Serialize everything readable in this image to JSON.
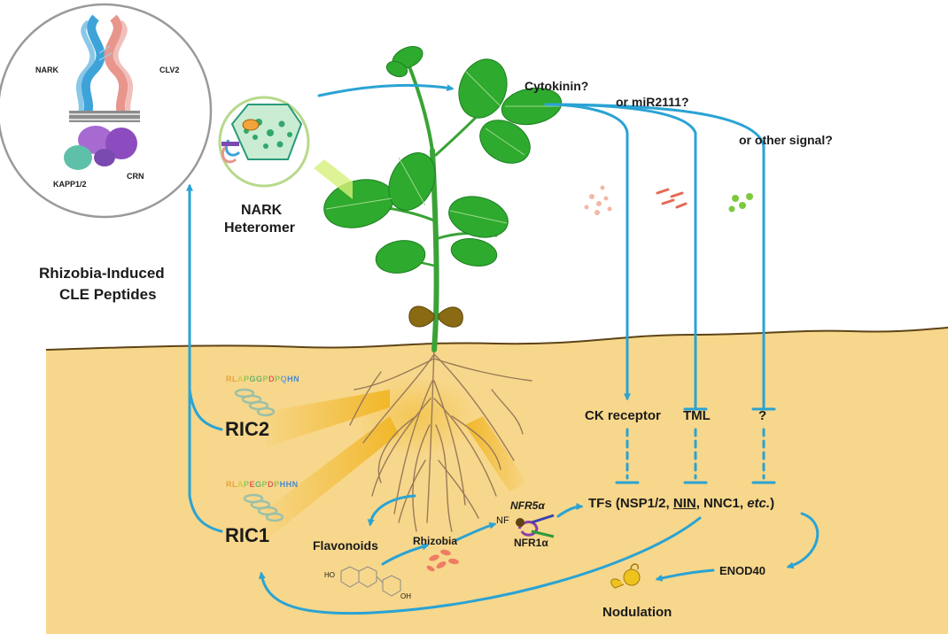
{
  "labels": {
    "nark": "NARK",
    "clv2": "CLV2",
    "kapp": "KAPP1/2",
    "crn": "CRN",
    "heteromer_line1": "NARK",
    "heteromer_line2": "Heteromer",
    "rhizobia_line1": "Rhizobia-Induced",
    "rhizobia_line2": "CLE Peptides",
    "cytokinin": "Cytokinin?",
    "mir2111": "or miR2111?",
    "other_signal": "or other signal?",
    "ck_receptor": "CK receptor",
    "tml": "TML",
    "unknown_target": "?",
    "ric2": "RIC2",
    "ric1": "RIC1",
    "flavonoids": "Flavonoids",
    "rhizobia": "Rhizobia",
    "nf": "NF",
    "nfr5": "NFR5α",
    "nfr1": "NFR1α",
    "ho": "HO",
    "oh": "OH",
    "enod40": "ENOD40",
    "nodulation": "Nodulation"
  },
  "tfs": {
    "prefix": "TFs (NSP1/2, ",
    "nin": "NIN",
    "middle": ", NNC1, ",
    "etc": "etc.",
    "suffix": ")"
  },
  "peptides": {
    "ric2_sequence": [
      "R",
      "L",
      "A",
      "P",
      "G",
      "G",
      "P",
      "D",
      "P",
      "Q",
      "H",
      "N"
    ],
    "ric1_sequence": [
      "R",
      "L",
      "A",
      "P",
      "E",
      "G",
      "P",
      "D",
      "P",
      "H",
      "H",
      "N"
    ]
  },
  "colors": {
    "arrow": "#2aa3d4",
    "soil": "#f7d78b",
    "soil_line": "#5e4418",
    "leaf": "#2eaa2e",
    "nark": "#3da3d9",
    "clv2": "#e8958c",
    "crn": "#a76ad0",
    "kapp": "#5fc0aa"
  }
}
